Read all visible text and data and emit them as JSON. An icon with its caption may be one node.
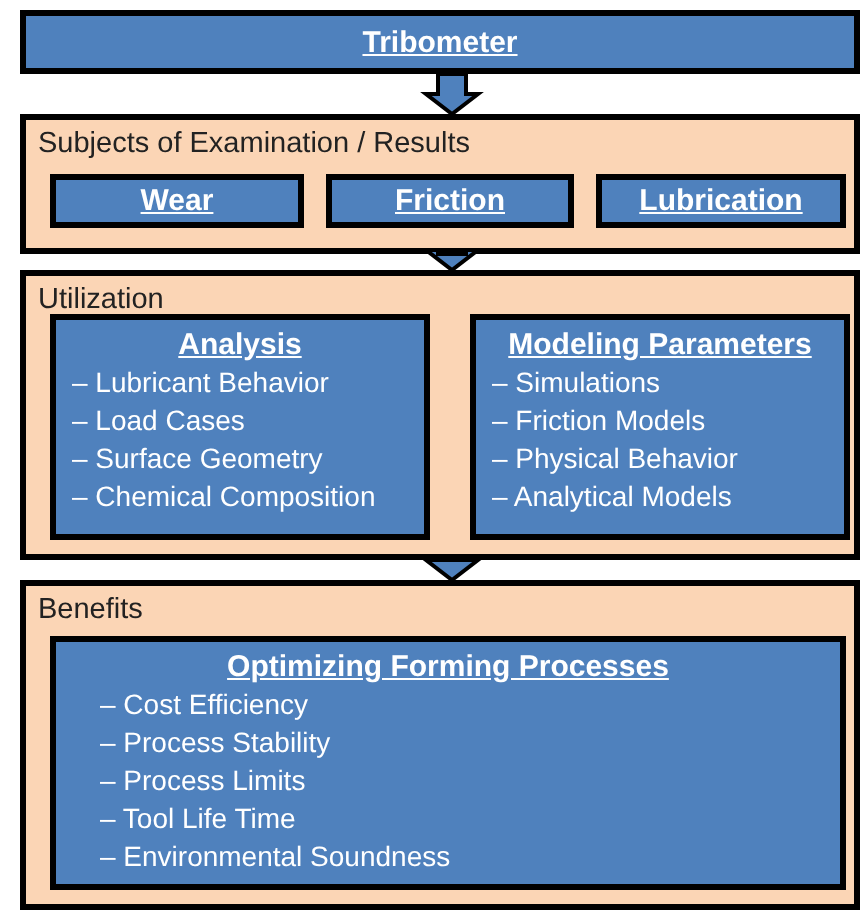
{
  "diagram": {
    "nodes": [
      {
        "text": [
          "Tribometer"
        ]
      },
      {
        "text": [
          "Subjects of Examination / Results"
        ]
      },
      {
        "text": [
          "Wear"
        ],
        "in": 1
      },
      {
        "text": [
          "Friction"
        ],
        "in": 1
      },
      {
        "text": [
          "Lubrication"
        ],
        "in": 1
      },
      {
        "text": [
          "Utilization"
        ]
      },
      {
        "text": [
          "Analysis",
          "– Lubricant Behavior",
          "– Load Cases",
          "– Surface Geometry",
          "– Chemical Composition"
        ],
        "in": 5
      },
      {
        "text": [
          "Modeling Parameters",
          "– Simulations",
          "– Friction Models",
          "– Physical Behavior",
          "– Analytical Models"
        ],
        "in": 5
      },
      {
        "text": [
          "Benefits"
        ]
      },
      {
        "text": [
          "Optimizing Forming Processes",
          "– Cost Efficiency",
          "– Process Stability",
          "– Process Limits",
          "– Tool Life Time",
          "– Environmental Soundness"
        ],
        "in": 8
      }
    ],
    "edges": [
      {
        "from": 0,
        "to": 1,
        "arrow": "to"
      },
      {
        "from": 1,
        "to": 5,
        "arrow": "to"
      },
      {
        "from": 5,
        "to": 8,
        "arrow": "to"
      }
    ]
  }
}
